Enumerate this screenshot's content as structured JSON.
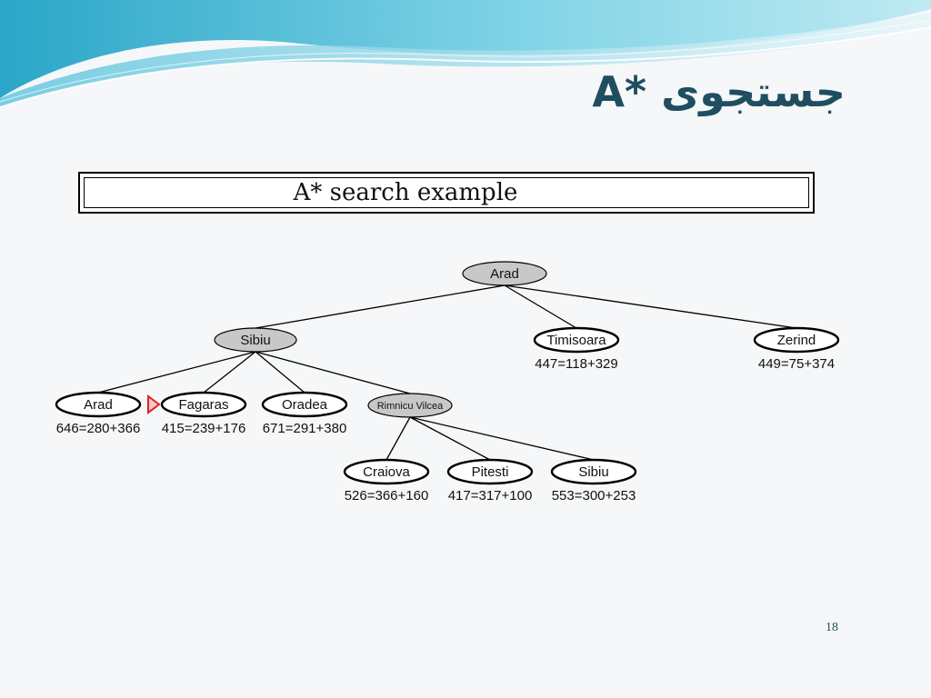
{
  "slide": {
    "title": "جستجوی *A",
    "banner": "A* search example",
    "page_number": "18"
  },
  "colors": {
    "expanded_node": "#c8c8c8",
    "frontier_node": "#ffffff",
    "marker": "#e02020",
    "title_color": "#1f4e60"
  },
  "tree": {
    "nodes": [
      {
        "id": "arad-root",
        "label": "Arad",
        "cost": "",
        "expanded": true
      },
      {
        "id": "sibiu",
        "label": "Sibiu",
        "cost": "",
        "expanded": true
      },
      {
        "id": "timisoara",
        "label": "Timisoara",
        "cost": "447=118+329",
        "expanded": false
      },
      {
        "id": "zerind",
        "label": "Zerind",
        "cost": "449=75+374",
        "expanded": false
      },
      {
        "id": "arad-2",
        "label": "Arad",
        "cost": "646=280+366",
        "expanded": false
      },
      {
        "id": "fagaras",
        "label": "Fagaras",
        "cost": "415=239+176",
        "expanded": false,
        "marked": true
      },
      {
        "id": "oradea",
        "label": "Oradea",
        "cost": "671=291+380",
        "expanded": false
      },
      {
        "id": "rimnicu",
        "label": "Rimnicu Vilcea",
        "cost": "",
        "expanded": true
      },
      {
        "id": "craiova",
        "label": "Craiova",
        "cost": "526=366+160",
        "expanded": false
      },
      {
        "id": "pitesti",
        "label": "Pitesti",
        "cost": "417=317+100",
        "expanded": false
      },
      {
        "id": "sibiu-2",
        "label": "Sibiu",
        "cost": "553=300+253",
        "expanded": false
      }
    ],
    "edges": [
      [
        "arad-root",
        "sibiu"
      ],
      [
        "arad-root",
        "timisoara"
      ],
      [
        "arad-root",
        "zerind"
      ],
      [
        "sibiu",
        "arad-2"
      ],
      [
        "sibiu",
        "fagaras"
      ],
      [
        "sibiu",
        "oradea"
      ],
      [
        "sibiu",
        "rimnicu"
      ],
      [
        "rimnicu",
        "craiova"
      ],
      [
        "rimnicu",
        "pitesti"
      ],
      [
        "rimnicu",
        "sibiu-2"
      ]
    ]
  }
}
